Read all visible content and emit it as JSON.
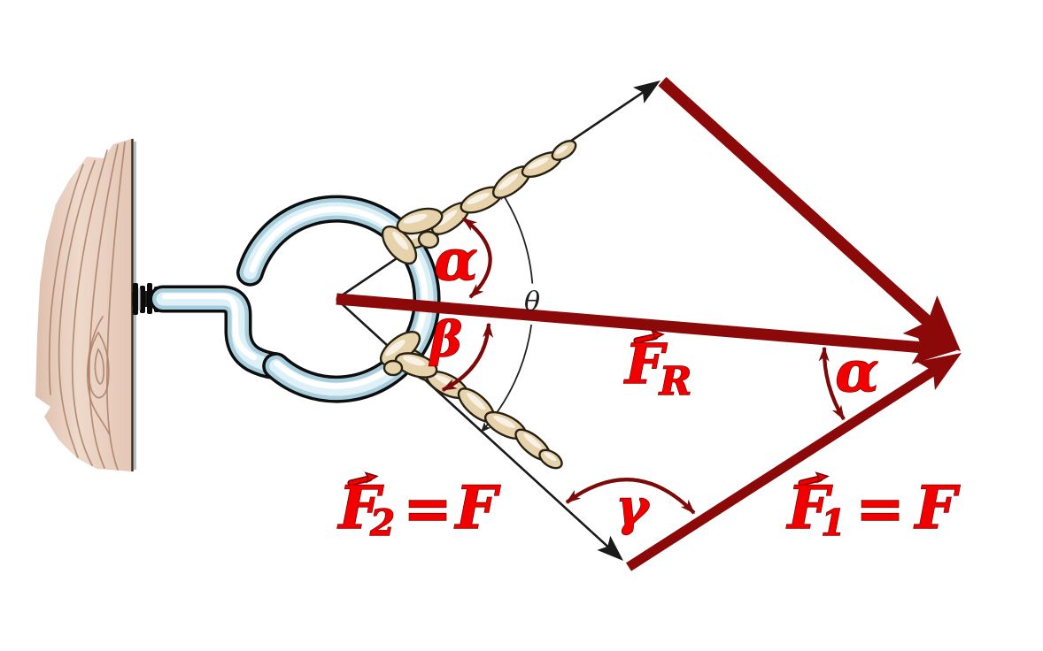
{
  "figure": {
    "description": "Free-body diagram of a ring bolted to a wooden wall pulled by two ropes; parallelogram/triangle construction of the resultant force",
    "colors": {
      "background": "#ffffff",
      "vector_maroon": "#8b0909",
      "arc_maroon": "#7d0909",
      "label_red": "#f20000",
      "label_outline": "#7a0000",
      "rope_line_black": "#1a1a1a",
      "theta_black": "#1f1f1f",
      "rope_tan": "#e6d2ab",
      "rope_outline": "#262113",
      "ring_blue": "#a8cedd",
      "ring_blue_light": "#ddf1f7",
      "wood_base": "#e4c6b5",
      "wood_light": "#eed9ca",
      "wood_grain": "#aa8069"
    },
    "labels": {
      "alpha_at_ring": "α",
      "beta_at_ring": "β",
      "theta_between_ropes": "θ",
      "alpha_at_tip": "α",
      "gamma_at_bottom": "γ",
      "resultant": {
        "symbol": "F",
        "subscript": "R"
      },
      "force1": {
        "symbol": "F",
        "subscript": "1",
        "equals": "=",
        "value": "F"
      },
      "force2": {
        "symbol": "F",
        "subscript": "2",
        "equals": "=",
        "value": "F"
      }
    }
  }
}
